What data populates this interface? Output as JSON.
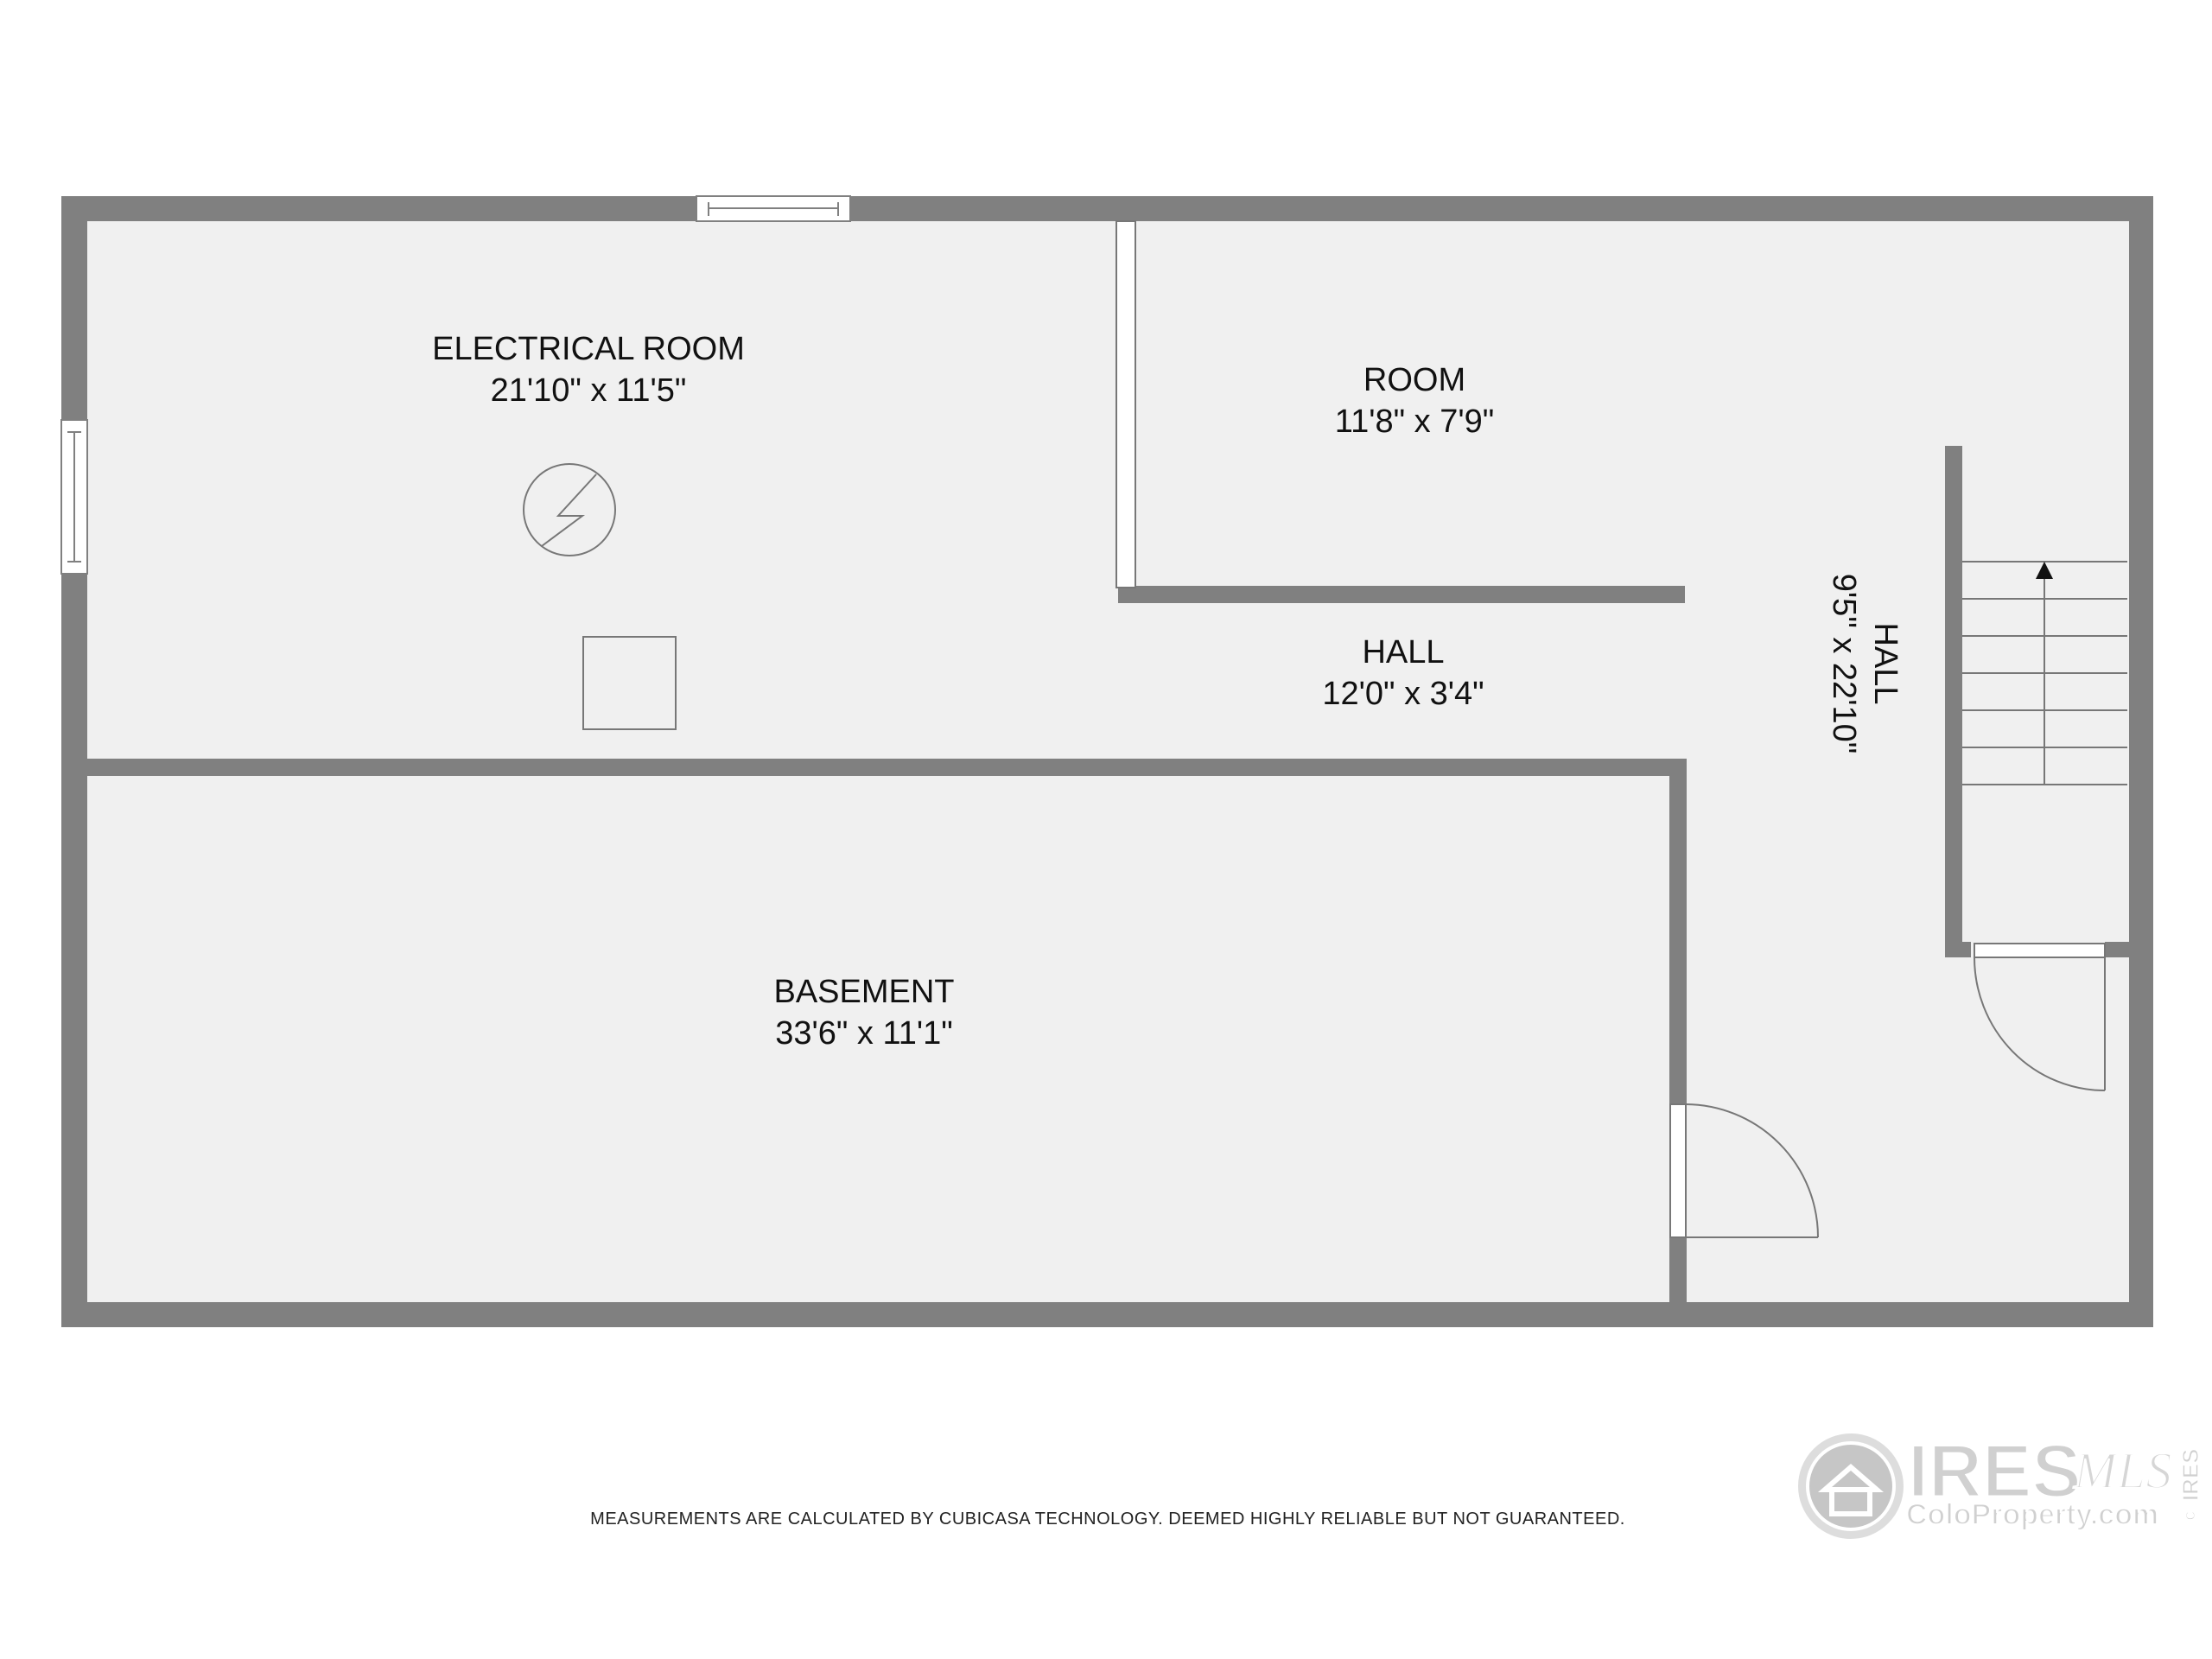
{
  "rooms": {
    "electrical": {
      "name": "ELECTRICAL ROOM",
      "size": "21'10\" x 11'5\""
    },
    "room": {
      "name": "ROOM",
      "size": "11'8\" x 7'9\""
    },
    "hall_small": {
      "name": "HALL",
      "size": "12'0\" x 3'4\""
    },
    "hall_vertical": {
      "name": "HALL",
      "size": "9'5\" x 22'10\""
    },
    "basement": {
      "name": "BASEMENT",
      "size": "33'6\" x 11'1\""
    }
  },
  "disclaimer": "MEASUREMENTS ARE CALCULATED BY CUBICASA TECHNOLOGY. DEEMED HIGHLY RELIABLE BUT NOT GUARANTEED.",
  "logo": {
    "brand": "IRES",
    "mls": "MLS",
    "site": "ColoProperty.com",
    "side": "© IRES"
  },
  "colors": {
    "wall": "#808080",
    "floor": "#f0f0f0",
    "line": "#777777",
    "text": "#111111"
  },
  "icons": [
    "electrical-panel-icon",
    "stairs-up-arrow-icon",
    "door-swing-icon",
    "window-icon",
    "house-logo-icon"
  ]
}
